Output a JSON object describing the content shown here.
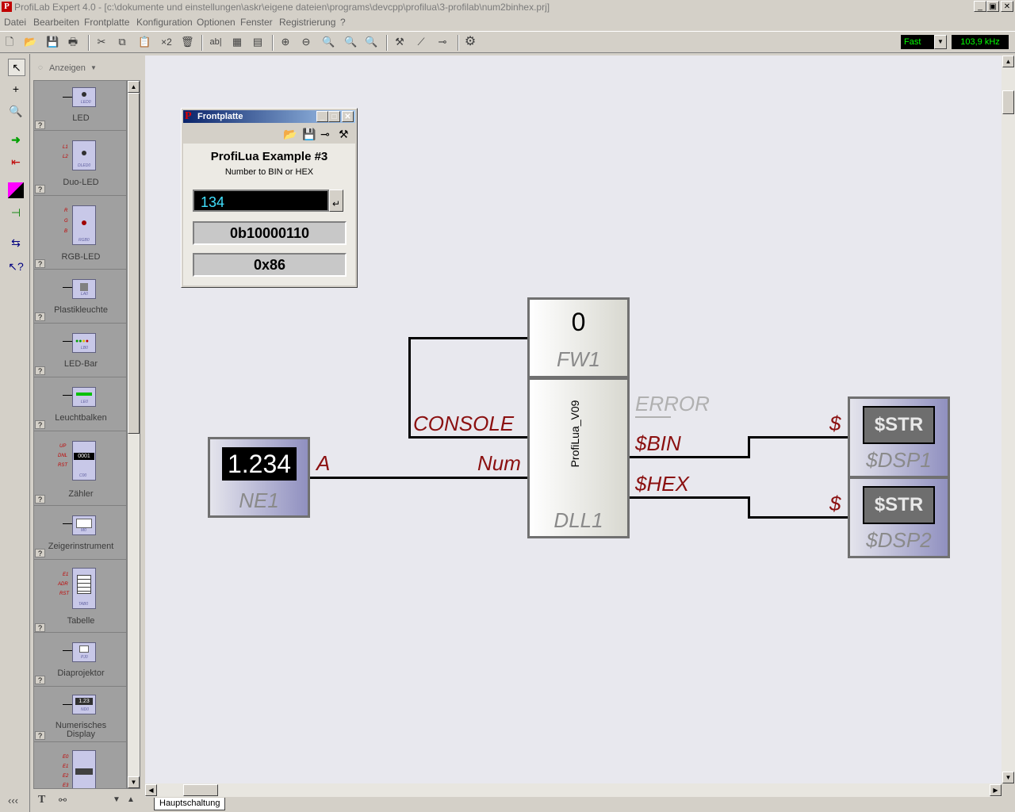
{
  "window": {
    "title": "ProfiLab Expert 4.0 - [c:\\dokumente und einstellungen\\askr\\eigene dateien\\programs\\devcpp\\profilua\\3-profilab\\num2binhex.prj]",
    "min_symbol": "_",
    "max_symbol": "▣",
    "close_symbol": "✕"
  },
  "menu": [
    "Datei",
    "Bearbeiten",
    "Frontplatte",
    "Konfiguration",
    "Optionen",
    "Fenster",
    "Registrierung",
    "?"
  ],
  "toolbar": {
    "zoom2_label": "×2",
    "speed": "Fast",
    "frequency": "103,9 kHz"
  },
  "palette": {
    "show_label": "Anzeigen",
    "help_mark": "?",
    "items": [
      {
        "label": "LED",
        "tag": "LED0"
      },
      {
        "label": "Duo-LED",
        "tag": "DLED0",
        "pins": [
          "L1",
          "L2"
        ]
      },
      {
        "label": "RGB-LED",
        "tag": "RGB0",
        "pins": [
          "R",
          "G",
          "B"
        ]
      },
      {
        "label": "Plastikleuchte",
        "tag": "LA0"
      },
      {
        "label": "LED-Bar",
        "tag": "LB0"
      },
      {
        "label": "Leuchtbalken",
        "tag": "LE0"
      },
      {
        "label": "Zähler",
        "tag": "C00",
        "pins": [
          "UP",
          "DNL",
          "RST"
        ]
      },
      {
        "label": "Zeigerinstrument",
        "tag": "M0"
      },
      {
        "label": "Tabelle",
        "tag": "TAB0",
        "pins": [
          "E1",
          "ADR",
          "RST"
        ]
      },
      {
        "label": "Diaprojektor",
        "tag": "PJ0"
      },
      {
        "label": "Numerisches\nDisplay",
        "tag": "ND0",
        "display": "1.23"
      },
      {
        "label": "",
        "tag": "",
        "pins": [
          "E0",
          "E1",
          "E2",
          "E3"
        ]
      }
    ],
    "bottom_left": "‹‹‹",
    "bottom_text_icon": "T"
  },
  "frontpanel": {
    "title": "Frontplatte",
    "heading": "ProfiLua Example #3",
    "subheading": "Number to BIN or HEX",
    "input_value": "134",
    "bin_value": "0b10000110",
    "hex_value": "0x86"
  },
  "schematic": {
    "ne1": {
      "value": "1.234",
      "name": "NE1",
      "out_pin": "A"
    },
    "fw1": {
      "value": "0",
      "name": "FW1"
    },
    "dll1": {
      "name": "DLL1",
      "vertical": "ProfiLua_V09",
      "in_console": "CONSOLE",
      "in_num": "Num",
      "out_error": "ERROR",
      "out_bin": "$BIN",
      "out_hex": "$HEX"
    },
    "dsp1": {
      "name": "$DSP1",
      "pin": "$",
      "value": "$STR"
    },
    "dsp2": {
      "name": "$DSP2",
      "pin": "$",
      "value": "$STR"
    }
  },
  "tab": "Hauptschaltung",
  "colors": {
    "signal_red": "#8b1010",
    "display_green": "#00ff00",
    "input_cyan": "#40e0ff"
  }
}
